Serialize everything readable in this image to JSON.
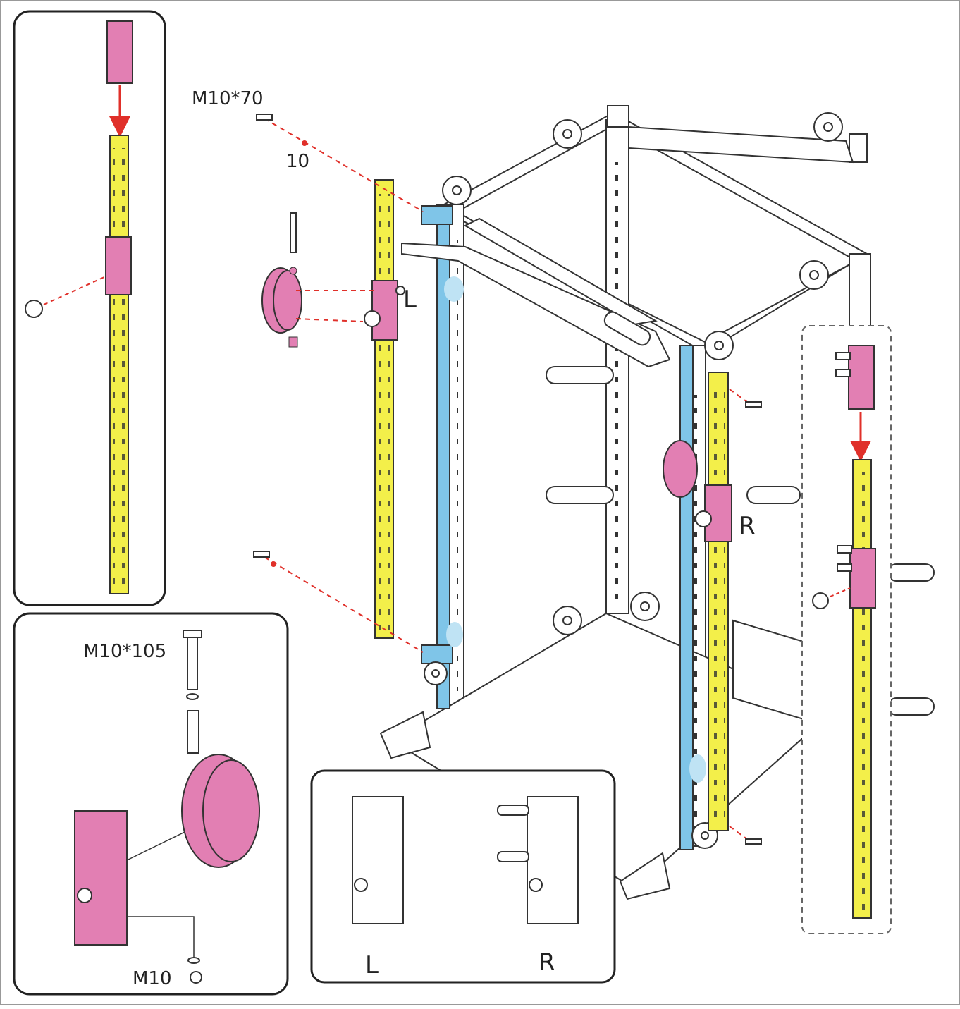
{
  "labels": {
    "bolt_70": "M10*70",
    "washer_10": "10",
    "left_mark": "L",
    "right_mark": "R",
    "bolt_105": "M10*105",
    "nut_m10": "M10",
    "legend_left": "L",
    "legend_right": "R"
  },
  "colors": {
    "upright_yellow": "#f3ef4a",
    "slider_pink": "#e27fb3",
    "frame_blue": "#7fc5e8",
    "arrow_red": "#e0302a",
    "outline": "#333333"
  },
  "icons": {
    "knob": "pull-pin-knob-icon",
    "pulley": "pulley-wheel-icon",
    "bolt": "bolt-icon",
    "nut": "nut-icon"
  }
}
